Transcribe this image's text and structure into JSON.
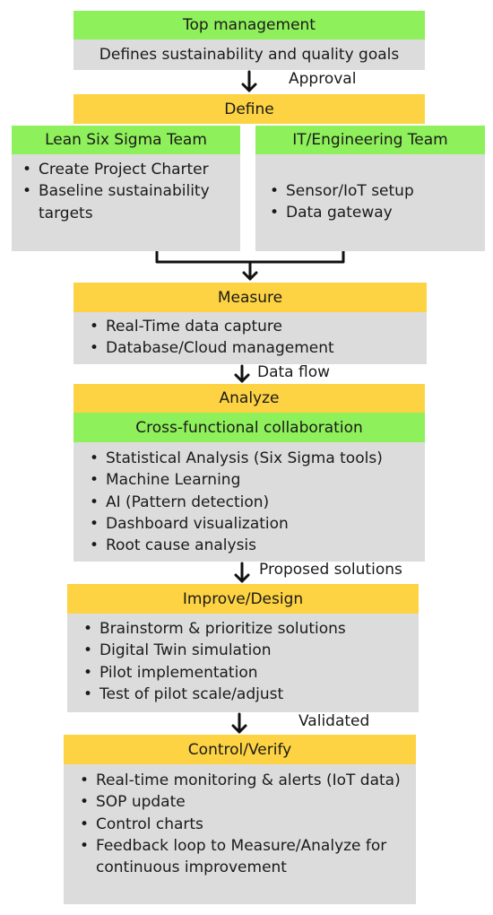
{
  "top_management": {
    "title": "Top management",
    "description": "Defines sustainability and quality goals"
  },
  "edges": {
    "approval": "Approval",
    "data_flow": "Data flow",
    "proposed_solutions": "Proposed solutions",
    "validated": "Validated"
  },
  "define": {
    "title": "Define",
    "lean_team": {
      "title": "Lean Six Sigma Team",
      "items": [
        "Create Project Charter",
        "Baseline sustainability targets"
      ]
    },
    "it_team": {
      "title": "IT/Engineering Team",
      "items": [
        "Sensor/IoT setup",
        "Data gateway"
      ]
    }
  },
  "measure": {
    "title": "Measure",
    "items": [
      "Real-Time data capture",
      "Database/Cloud management"
    ]
  },
  "analyze": {
    "title": "Analyze",
    "subtitle": "Cross-functional collaboration",
    "items": [
      "Statistical Analysis (Six Sigma tools)",
      "Machine Learning",
      "AI (Pattern detection)",
      "Dashboard visualization",
      "Root cause analysis"
    ]
  },
  "improve": {
    "title": "Improve/Design",
    "items": [
      "Brainstorm & prioritize solutions",
      "Digital Twin simulation",
      "Pilot implementation",
      "Test of pilot scale/adjust"
    ]
  },
  "control": {
    "title": "Control/Verify",
    "items": [
      "Real-time monitoring & alerts (IoT data)",
      "SOP update",
      "Control charts",
      "Feedback loop to Measure/Analyze for continuous improvement"
    ]
  },
  "colors": {
    "green": "#8ef05a",
    "yellow": "#fdd343",
    "gray": "#dcdcdc"
  }
}
